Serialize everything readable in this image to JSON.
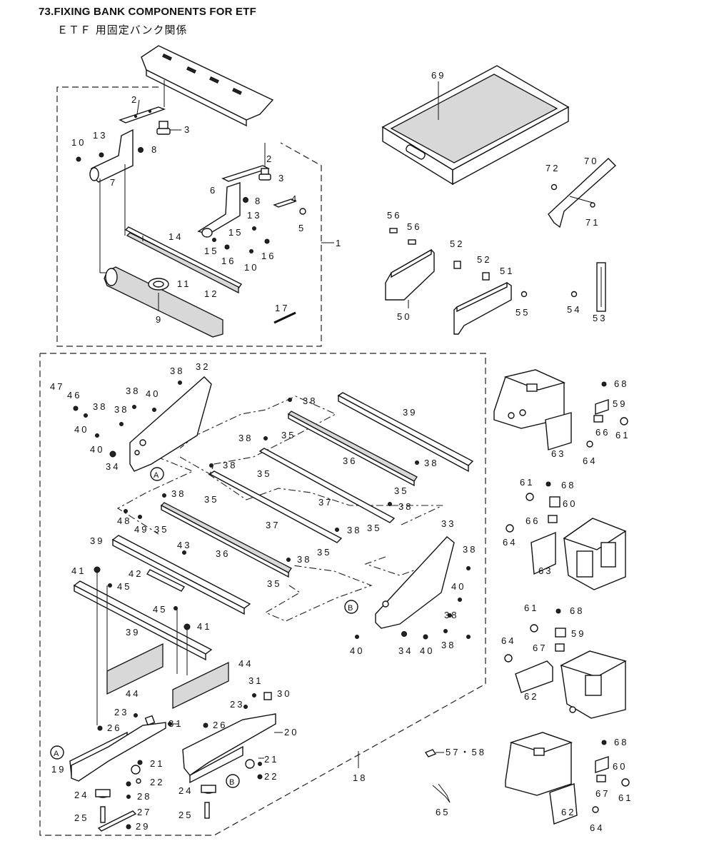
{
  "title": "73.FIXING BANK COMPONENTS FOR ETF",
  "subtitle": "ＥＴＦ 用固定バンク関係",
  "labels": {
    "p1": "1",
    "p2a": "2",
    "p2b": "2",
    "p3a": "3",
    "p3b": "3",
    "p4": "4",
    "p5": "5",
    "p6": "6",
    "p7": "7",
    "p8a": "8",
    "p8b": "8",
    "p9": "9",
    "p10a": "10",
    "p10b": "10",
    "p11": "11",
    "p12": "12",
    "p13a": "13",
    "p13b": "13",
    "p14": "14",
    "p15a": "15",
    "p15b": "15",
    "p16a": "16",
    "p16b": "16",
    "p17": "17",
    "p18": "18",
    "p19": "19",
    "p20": "20",
    "p21a": "21",
    "p21b": "21",
    "p22a": "22",
    "p22b": "22",
    "p23a": "23",
    "p23b": "23",
    "p24a": "24",
    "p24b": "24",
    "p25a": "25",
    "p25b": "25",
    "p26a": "26",
    "p26b": "26",
    "p27": "27",
    "p28": "28",
    "p29": "29",
    "p30": "30",
    "p31a": "31",
    "p31b": "31",
    "p32": "32",
    "p33": "33",
    "p34a": "34",
    "p34b": "34",
    "p35a": "35",
    "p35b": "35",
    "p35c": "35",
    "p35d": "35",
    "p35e": "35",
    "p35f": "35",
    "p35g": "35",
    "p35h": "35",
    "p36a": "36",
    "p36b": "36",
    "p37a": "37",
    "p37b": "37",
    "p38a": "38",
    "p38b": "38",
    "p38c": "38",
    "p38d": "38",
    "p38e": "38",
    "p38f": "38",
    "p38g": "38",
    "p38h": "38",
    "p38i": "38",
    "p38j": "38",
    "p38k": "38",
    "p38l": "38",
    "p38m": "38",
    "p38n": "38",
    "p38o": "38",
    "p39a": "39",
    "p39b": "39",
    "p39c": "39",
    "p40a": "40",
    "p40b": "40",
    "p40c": "40",
    "p40d": "40",
    "p40e": "40",
    "p40f": "40",
    "p41a": "41",
    "p41b": "41",
    "p42": "42",
    "p43": "43",
    "p44a": "44",
    "p44b": "44",
    "p45a": "45",
    "p45b": "45",
    "p46": "46",
    "p47": "47",
    "p48": "48",
    "p49": "49",
    "p50": "50",
    "p51": "51",
    "p52a": "52",
    "p52b": "52",
    "p53": "53",
    "p54": "54",
    "p55": "55",
    "p56a": "56",
    "p56b": "56",
    "p5758": "57・58",
    "p59a": "59",
    "p59b": "59",
    "p60a": "60",
    "p60b": "60",
    "p61a": "61",
    "p61b": "61",
    "p61c": "61",
    "p61d": "61",
    "p62a": "62",
    "p62b": "62",
    "p63a": "63",
    "p63b": "63",
    "p64a": "64",
    "p64b": "64",
    "p64c": "64",
    "p64d": "64",
    "p65": "65",
    "p66a": "66",
    "p66b": "66",
    "p67a": "67",
    "p67b": "67",
    "p68a": "68",
    "p68b": "68",
    "p68c": "68",
    "p68d": "68",
    "p69": "69",
    "p70": "70",
    "p71": "71",
    "p72": "72",
    "refA1": "A",
    "refA2": "A",
    "refB1": "B",
    "refB2": "B"
  }
}
